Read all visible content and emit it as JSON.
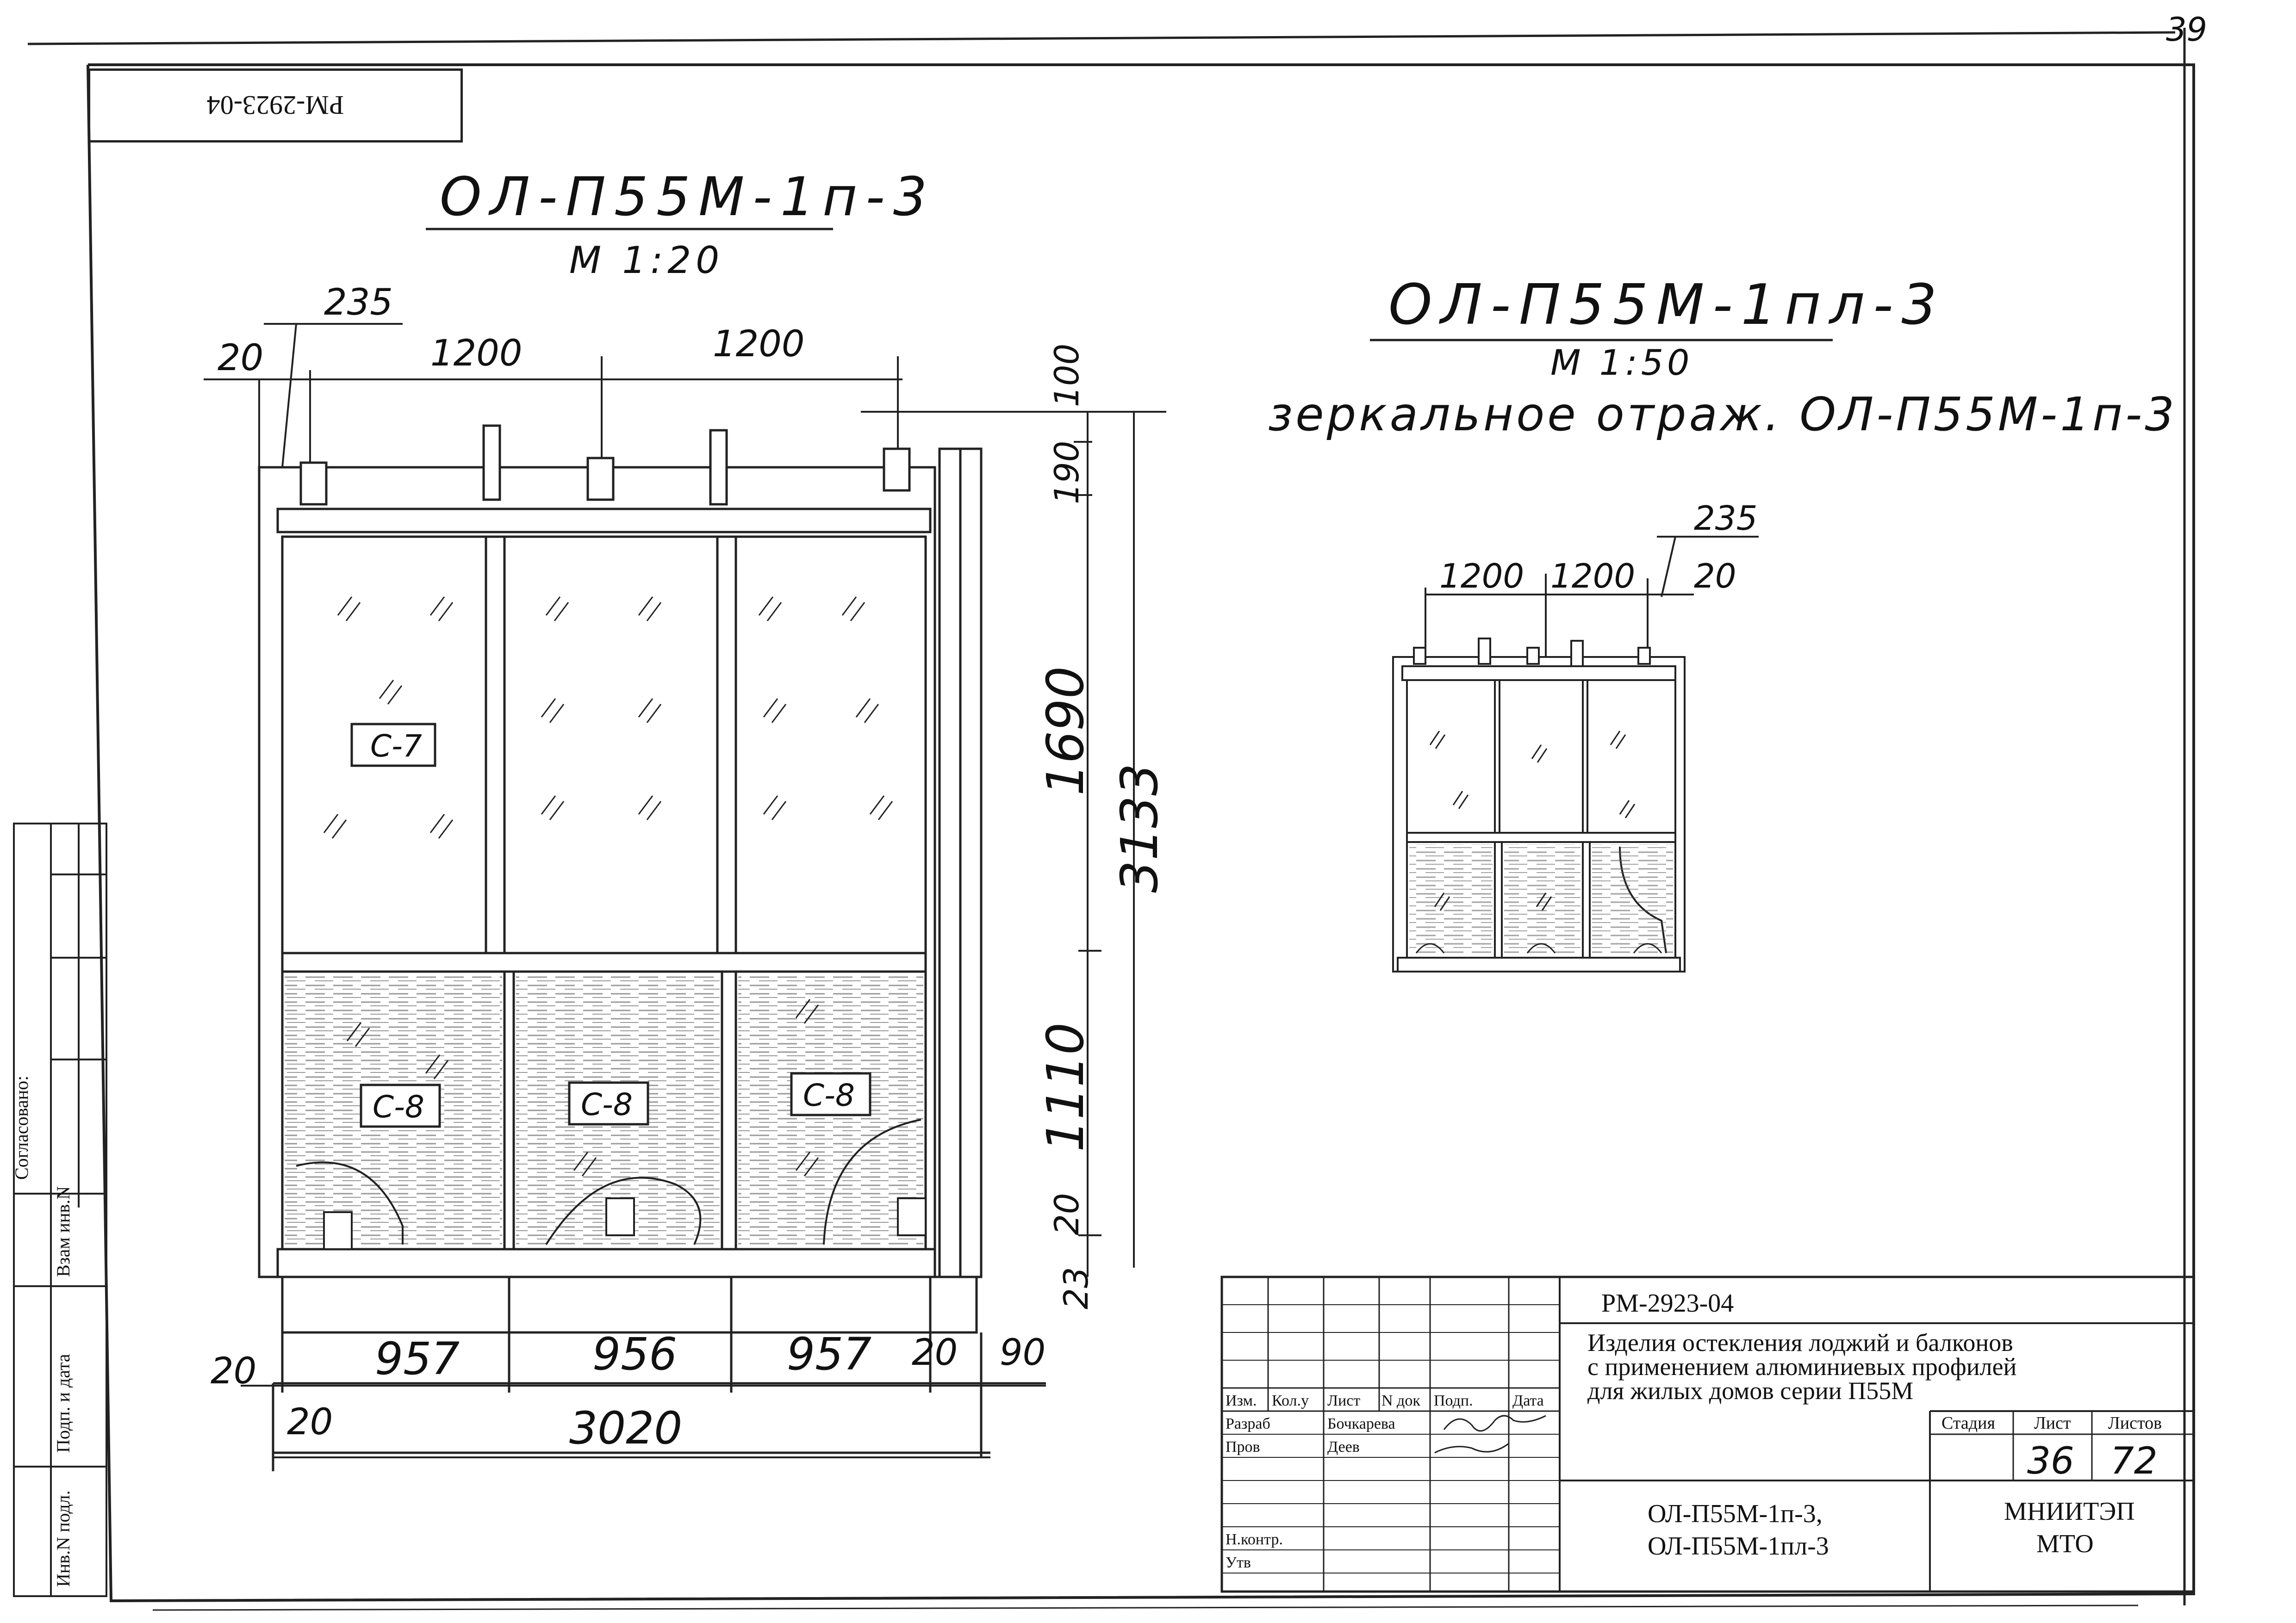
{
  "sheet_number_corner": "39",
  "rotated_code": "РМ-2923-04",
  "left_drawing": {
    "title": "ОЛ-П55М-1п-3",
    "scale": "М 1:20",
    "panel_labels": [
      "С-7",
      "С-8",
      "С-8",
      "С-8"
    ],
    "dims_top": [
      "235",
      "20",
      "1200",
      "1200"
    ],
    "dims_right": [
      "100",
      "190",
      "1690",
      "3133",
      "1110",
      "20",
      "23"
    ],
    "dims_bottom": [
      "20",
      "957",
      "956",
      "957",
      "20",
      "90",
      "20",
      "3020"
    ]
  },
  "right_drawing": {
    "title": "ОЛ-П55М-1пл-3",
    "scale": "М 1:50",
    "subtitle": "зеркальное отраж. ОЛ-П55М-1п-3",
    "dims_top": [
      "235",
      "1200",
      "1200",
      "20"
    ]
  },
  "side_stamp": {
    "agreed": "Согласовано:",
    "vzam_inv": "Взам инв.N",
    "podp_data": "Подп. и дата",
    "inv_podl": "Инв.N подл."
  },
  "title_block": {
    "doc_code": "РМ-2923-04",
    "description_lines": [
      "Изделия остекления лоджий и балконов",
      "с применением алюминиевых профилей",
      "для жилых домов серии П55М"
    ],
    "col_headers": [
      "Изм.",
      "Кол.у",
      "Лист",
      "N док",
      "Подп.",
      "Дата"
    ],
    "roles": [
      {
        "role": "Разраб",
        "name": "Бочкарева"
      },
      {
        "role": "Пров",
        "name": "Деев"
      },
      {
        "role": "Н.контр.",
        "name": ""
      },
      {
        "role": "Утв",
        "name": ""
      }
    ],
    "stage_header": "Стадия",
    "sheet_header": "Лист",
    "sheets_header": "Листов",
    "sheet_value": "36",
    "sheets_value": "72",
    "product_lines": [
      "ОЛ-П55М-1п-3,",
      "ОЛ-П55М-1пл-3"
    ],
    "org_lines": [
      "МНИИТЭП",
      "МТО"
    ]
  }
}
